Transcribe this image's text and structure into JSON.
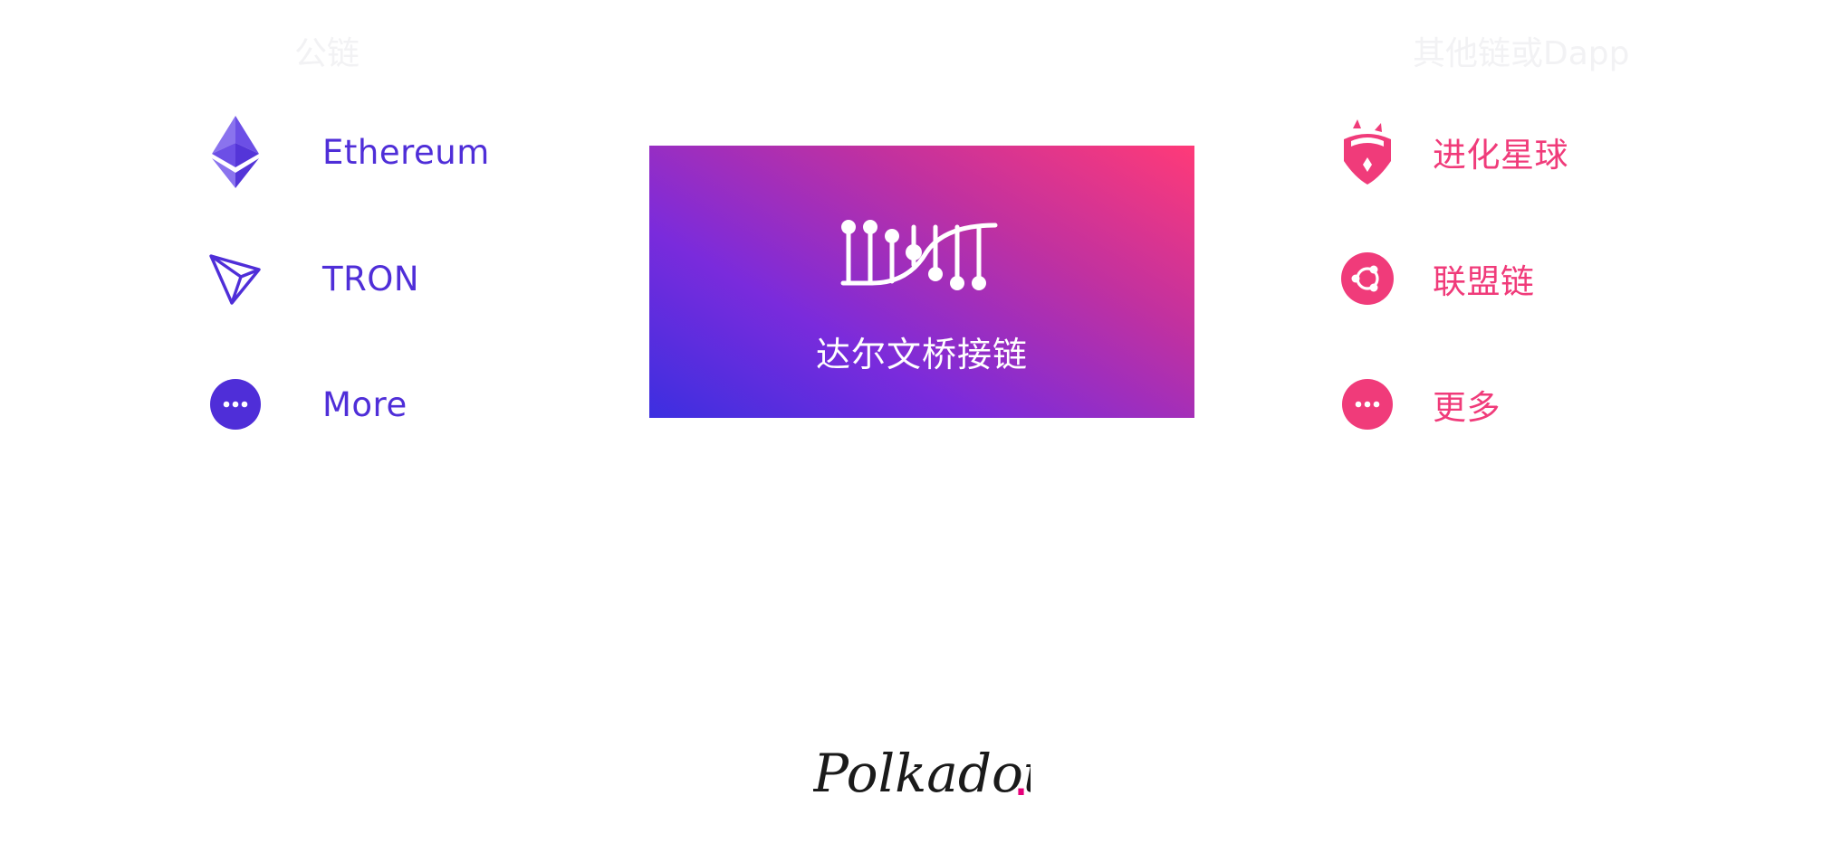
{
  "headings": {
    "left": "公链",
    "right": "其他链或Dapp"
  },
  "public_chains": [
    {
      "label": "Ethereum",
      "icon": "ethereum-icon"
    },
    {
      "label": "TRON",
      "icon": "tron-icon"
    },
    {
      "label": "More",
      "icon": "more-icon"
    }
  ],
  "other_chains": [
    {
      "label": "进化星球",
      "icon": "evolution-planet-icon"
    },
    {
      "label": "联盟链",
      "icon": "consortium-chain-icon"
    },
    {
      "label": "更多",
      "icon": "more-icon"
    }
  ],
  "bridge": {
    "label": "达尔文桥接链",
    "icon": "dna-bridge-icon"
  },
  "footer": {
    "brand": "Polkadot",
    "brand_dot": "."
  },
  "colors": {
    "left_accent": "#4f2ed8",
    "right_accent": "#f03b7a",
    "gradient_start": "#3c2fe0",
    "gradient_end": "#ff3a78",
    "faint_heading": "#f2f2f4",
    "footer_text": "#1a1a1a",
    "footer_dot": "#e6007a"
  }
}
